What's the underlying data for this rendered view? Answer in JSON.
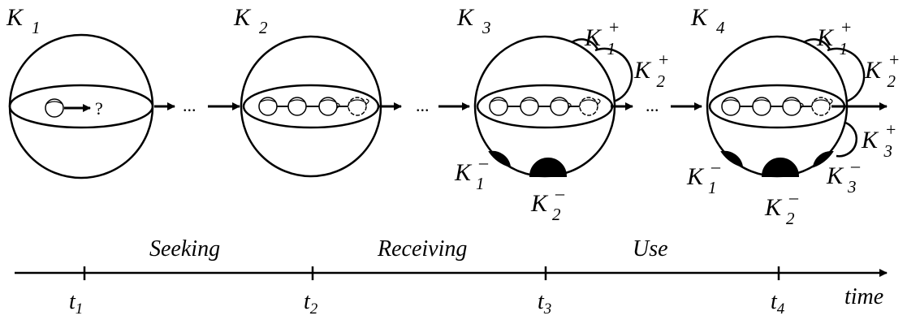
{
  "spheres": [
    {
      "label": "K",
      "sub": "1",
      "cups": 1,
      "question": "?",
      "plus": [],
      "minus": []
    },
    {
      "label": "K",
      "sub": "2",
      "cups": 4,
      "plus": [],
      "minus": []
    },
    {
      "label": "K",
      "sub": "3",
      "cups": 4,
      "plus": [
        {
          "label": "K",
          "sub": "1",
          "sign": "+"
        },
        {
          "label": "K",
          "sub": "2",
          "sign": "+"
        }
      ],
      "minus": [
        {
          "label": "K",
          "sub": "1",
          "sign": "–"
        },
        {
          "label": "K",
          "sub": "2",
          "sign": "–"
        }
      ]
    },
    {
      "label": "K",
      "sub": "4",
      "cups": 4,
      "plus": [
        {
          "label": "K",
          "sub": "1",
          "sign": "+"
        },
        {
          "label": "K",
          "sub": "2",
          "sign": "+"
        },
        {
          "label": "K",
          "sub": "3",
          "sign": "+"
        }
      ],
      "minus": [
        {
          "label": "K",
          "sub": "1",
          "sign": "–"
        },
        {
          "label": "K",
          "sub": "2",
          "sign": "–"
        },
        {
          "label": "K",
          "sub": "3",
          "sign": "–"
        }
      ]
    }
  ],
  "ellipsis": "...",
  "phases": [
    "Seeking",
    "Receiving",
    "Use"
  ],
  "timeline": {
    "ticks": [
      {
        "label": "t",
        "sub": "1"
      },
      {
        "label": "t",
        "sub": "2"
      },
      {
        "label": "t",
        "sub": "3"
      },
      {
        "label": "t",
        "sub": "4"
      }
    ],
    "axis_label": "time"
  },
  "colors": {
    "ink": "#000000",
    "background": "#ffffff"
  }
}
